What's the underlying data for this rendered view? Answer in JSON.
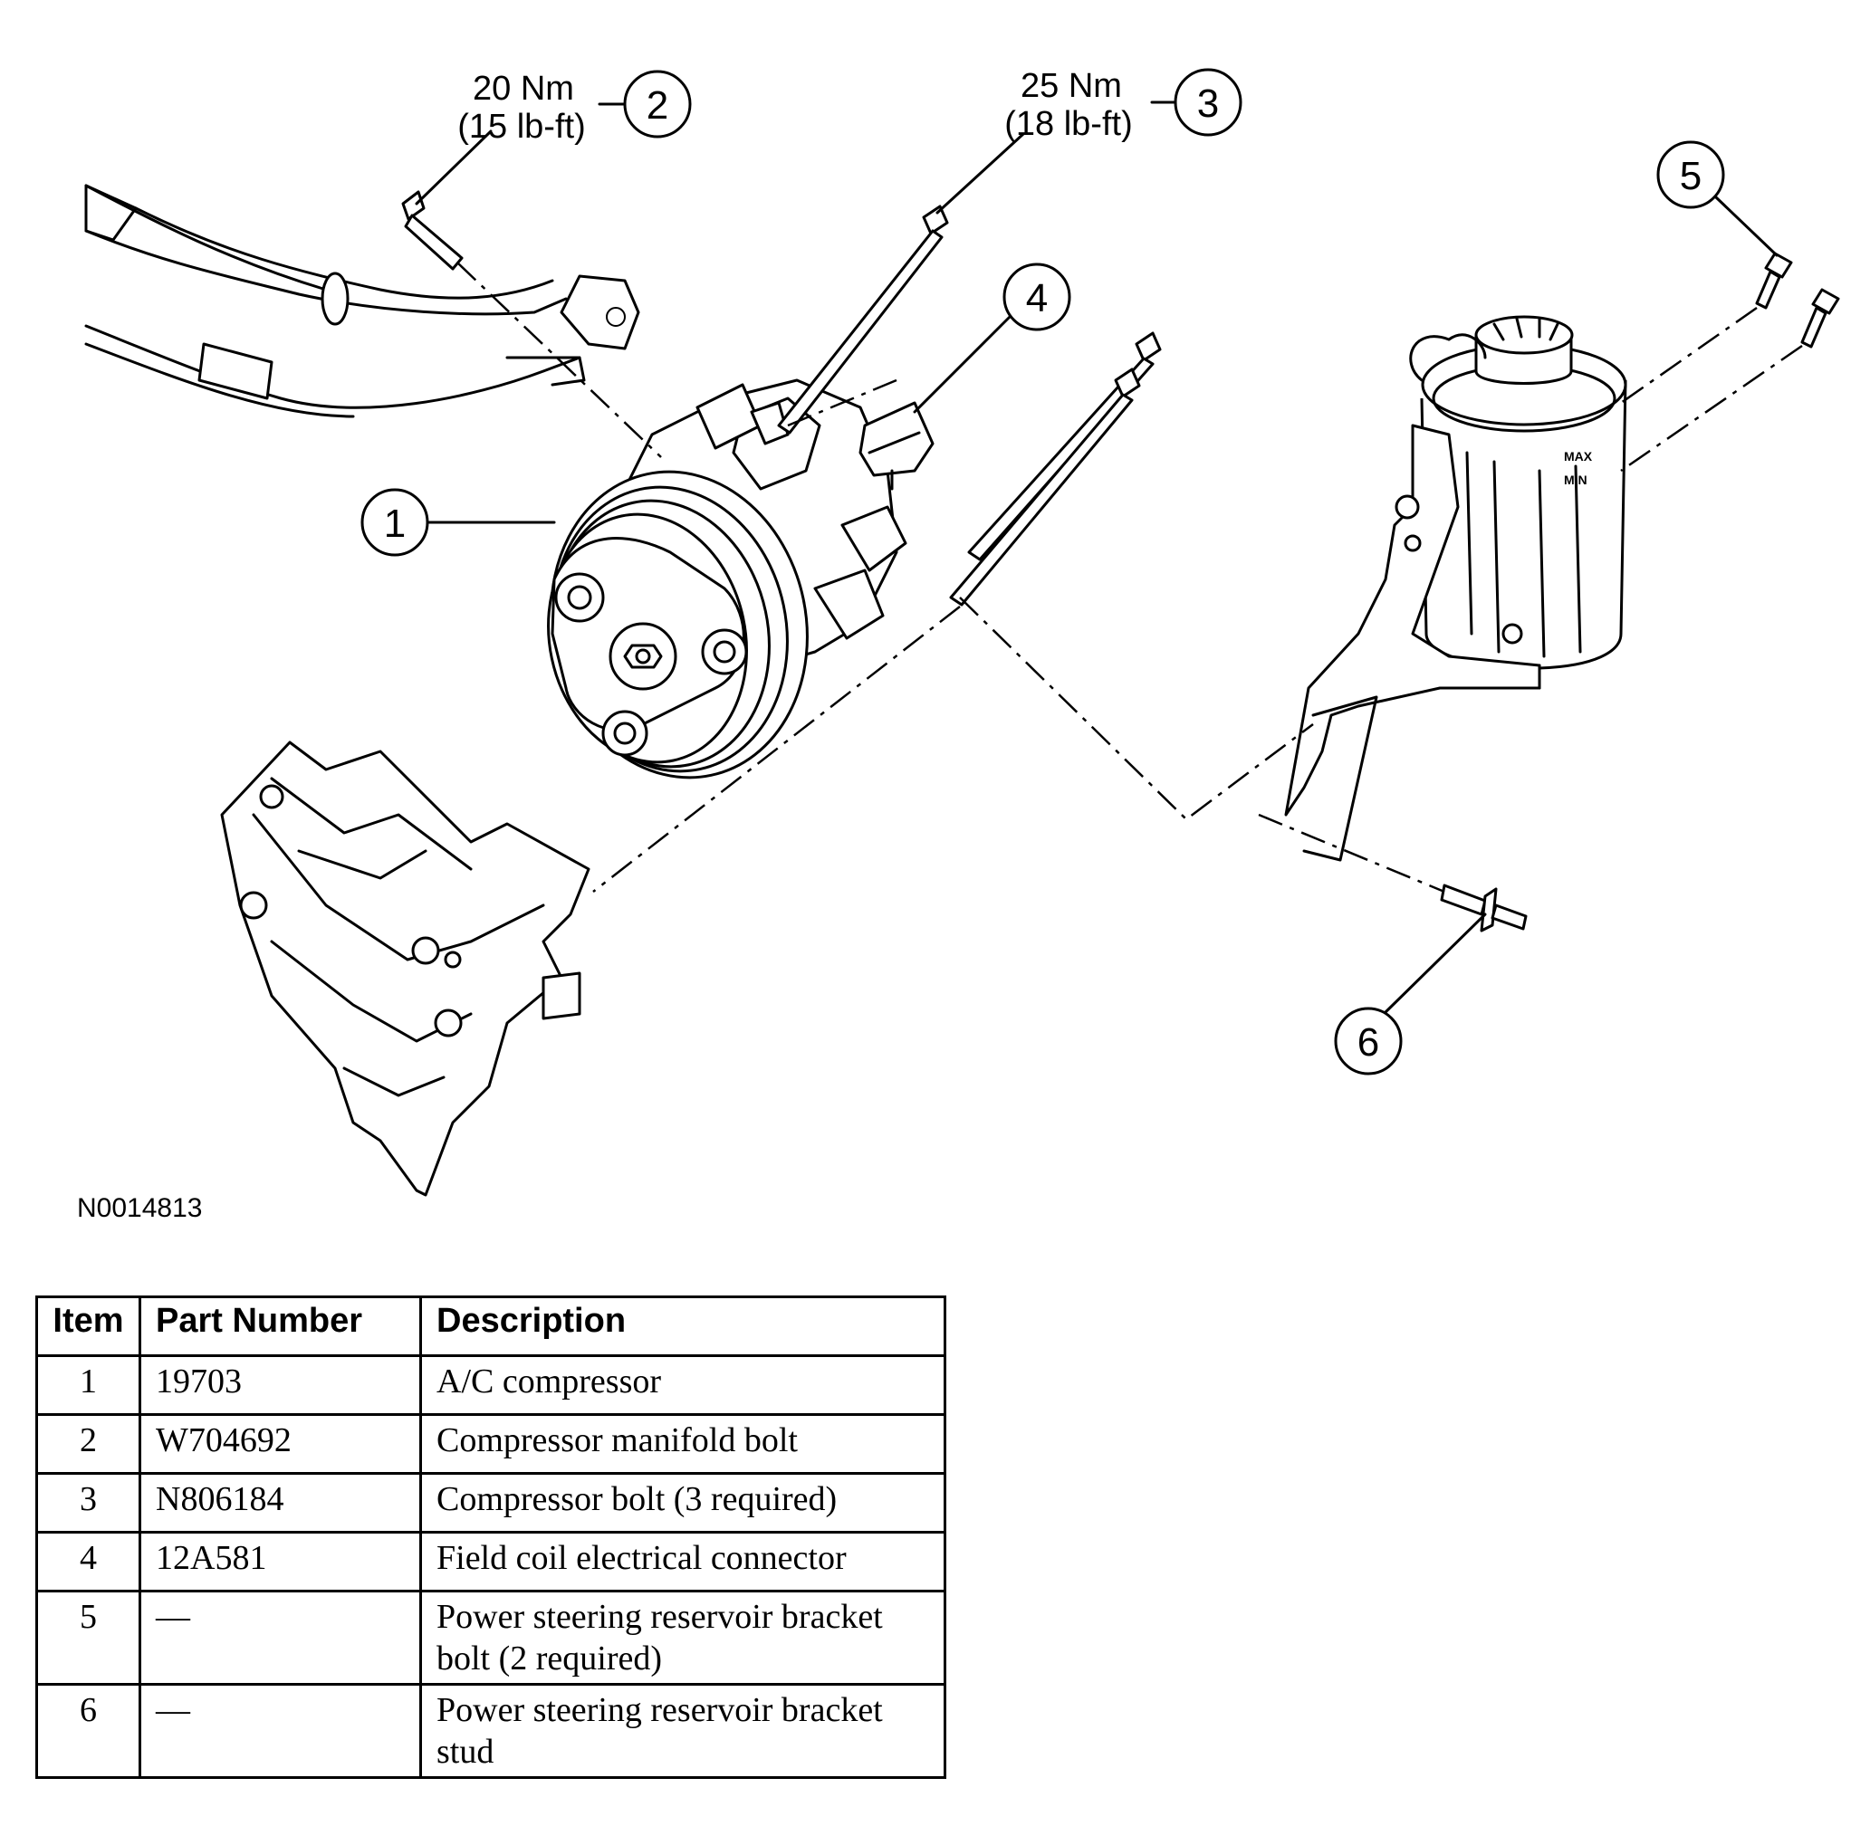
{
  "figure_id": "N0014813",
  "callouts": {
    "c1": "1",
    "c2": "2",
    "c3": "3",
    "c4": "4",
    "c5": "5",
    "c6": "6"
  },
  "torque_specs": {
    "item2": {
      "metric": "20 Nm",
      "imperial": "(15 lb-ft)"
    },
    "item3": {
      "metric": "25 Nm",
      "imperial": "(18 lb-ft)"
    }
  },
  "reservoir_marks": {
    "max": "MAX",
    "min": "MIN"
  },
  "table": {
    "headers": {
      "item": "Item",
      "part_number": "Part Number",
      "description": "Description"
    },
    "rows": [
      {
        "item": "1",
        "part_number": "19703",
        "description": "A/C compressor"
      },
      {
        "item": "2",
        "part_number": "W704692",
        "description": "Compressor manifold bolt"
      },
      {
        "item": "3",
        "part_number": "N806184",
        "description": "Compressor bolt (3 required)"
      },
      {
        "item": "4",
        "part_number": "12A581",
        "description": "Field coil electrical connector"
      },
      {
        "item": "5",
        "part_number": "—",
        "description": "Power steering reservoir bracket bolt (2 required)"
      },
      {
        "item": "6",
        "part_number": "—",
        "description": "Power steering reservoir bracket stud"
      }
    ]
  }
}
